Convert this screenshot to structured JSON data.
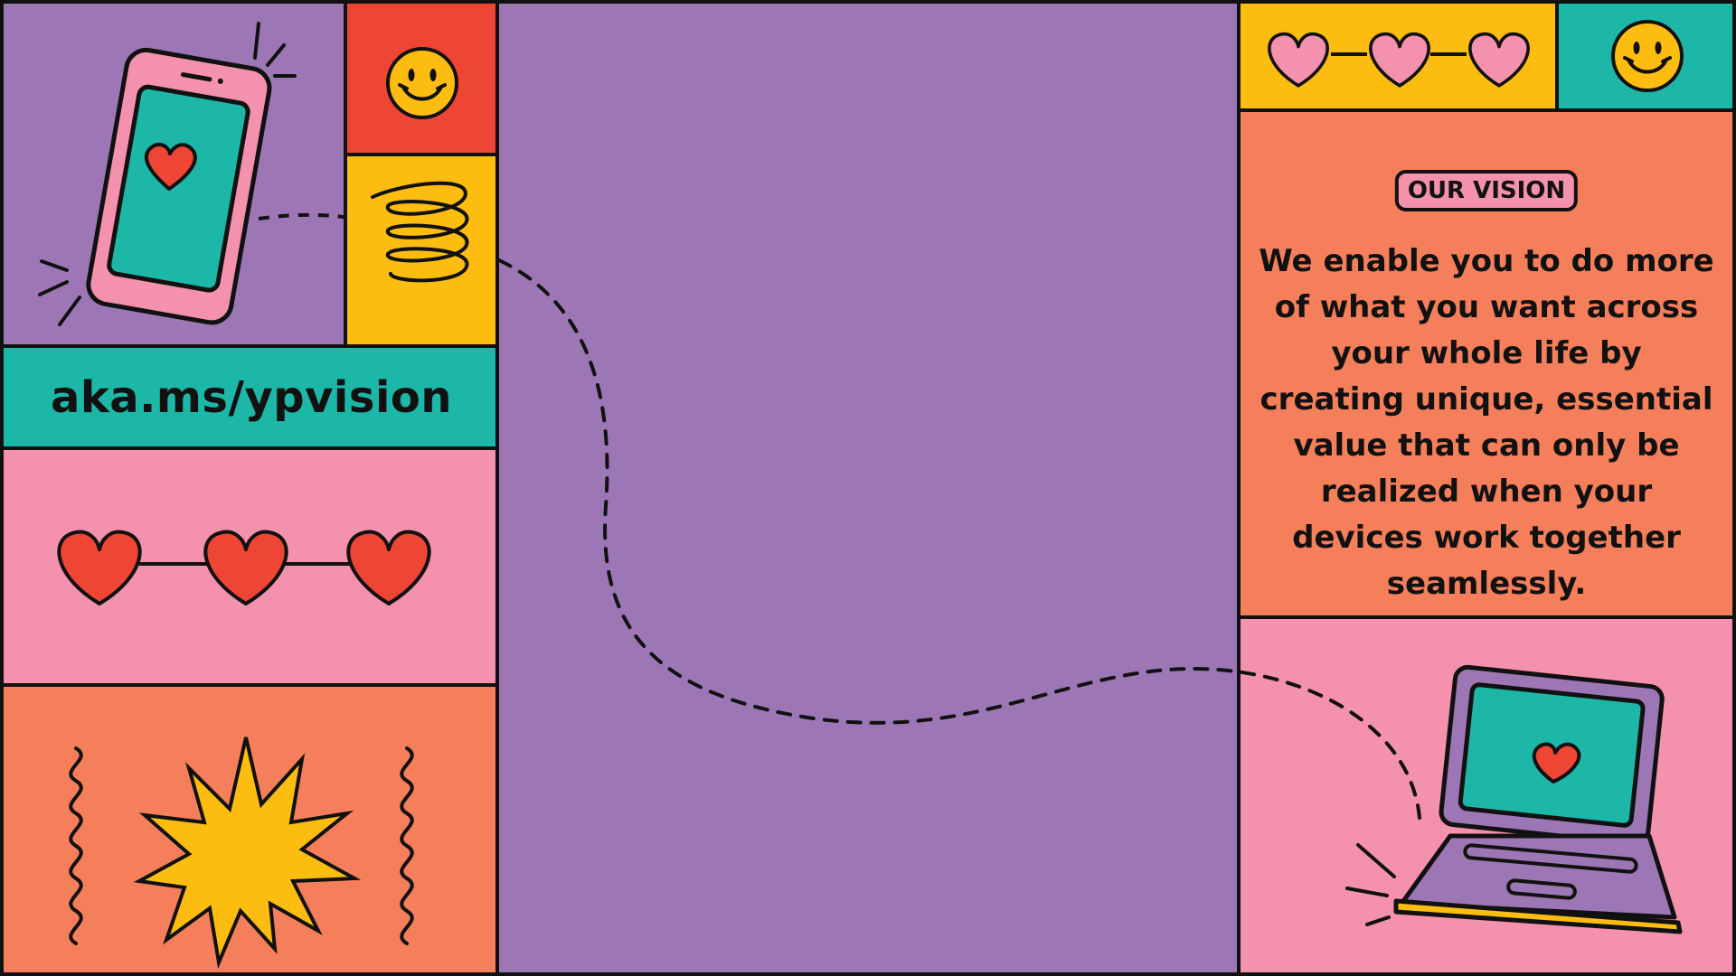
{
  "link": {
    "url": "aka.ms/ypvision"
  },
  "vision": {
    "badge": "OUR VISION",
    "statement": "We enable you to do more of what you want across your whole life by creating unique, essential value that can only be realized when your devices work together seamlessly."
  },
  "colors": {
    "purple": "#9d77b5",
    "red": "#ee4535",
    "yellow": "#fdbd10",
    "teal": "#1db7a8",
    "pink": "#f491ad",
    "orange": "#f47f5a",
    "ink": "#111111"
  },
  "icons": [
    "phone-icon",
    "heart-icon",
    "smiley-icon",
    "spring-icon",
    "starburst-icon",
    "squiggle-icon",
    "laptop-icon"
  ]
}
